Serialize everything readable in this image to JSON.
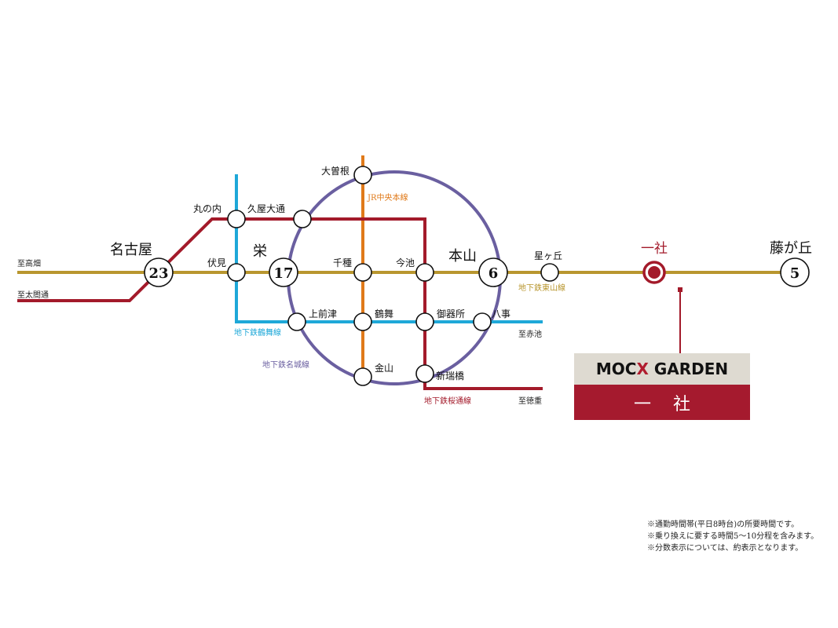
{
  "colors": {
    "higashiyama": "#b8962e",
    "sakuradori": "#a31a2a",
    "tsurumai": "#1ea8d8",
    "jr": "#e07a1a",
    "meijo": "#6a5fa0"
  },
  "stations": {
    "nagoya": {
      "name": "名古屋",
      "minutes": "23"
    },
    "fushimi": "伏見",
    "sakae": {
      "name": "栄",
      "minutes": "17"
    },
    "chikusa": "千種",
    "imaike": "今池",
    "motoyama": {
      "name": "本山",
      "minutes": "6"
    },
    "hoshigaoka": "星ヶ丘",
    "isshashi": "一社",
    "fujigaoka": {
      "name": "藤が丘",
      "minutes": "5"
    },
    "marunouchi": "丸の内",
    "hisaya": "久屋大通",
    "ozone": "大曽根",
    "kamimaezu": "上前津",
    "tsurumai": "鶴舞",
    "gokiso": "御器所",
    "yagoto": "八事",
    "kanayama": "金山",
    "shinmizuhashi": "新瑞橋"
  },
  "directions": {
    "takabata": "至高畑",
    "taikodori": "至太閤通",
    "akaike": "至赤池",
    "tokushige": "至徳重"
  },
  "lines": {
    "jr": "JR中央本線",
    "higashiyama": "地下鉄東山線",
    "tsurumai": "地下鉄鶴舞線",
    "meijo": "地下鉄名城線",
    "sakuradori": "地下鉄桜通線"
  },
  "property": {
    "brand_a": "MOC",
    "brand_x": "X",
    "brand_b": " GARDEN",
    "name": "一社"
  },
  "notes": [
    "※通勤時間帯(平日8時台)の所要時間です。",
    "※乗り換えに要する時間5〜10分程を含みます。",
    "※分数表示については、約表示となります。"
  ]
}
